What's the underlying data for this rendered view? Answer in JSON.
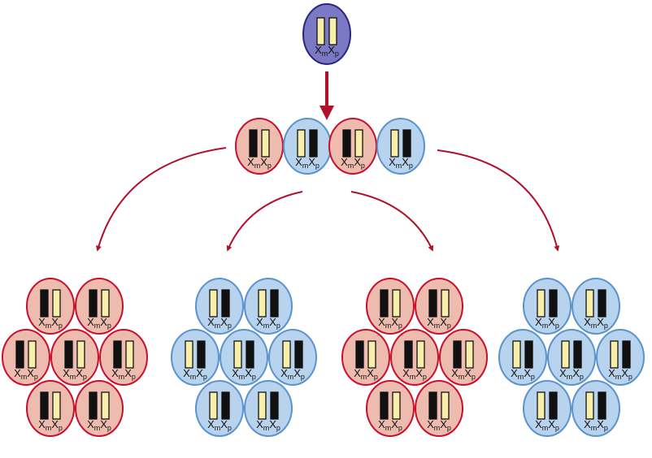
{
  "diagram": {
    "genotype": {
      "base_x": "X",
      "sub_m": "m",
      "sub_p": "p"
    },
    "colors": {
      "zygote_fill": "#7b78c4",
      "zygote_stroke": "#2a2580",
      "maternal_active_fill": "#eebcaf",
      "maternal_active_stroke": "#c8102e",
      "paternal_active_fill": "#b8d3ed",
      "paternal_active_stroke": "#5b93cc",
      "active_chromosome": "#f7eeaa",
      "inactive_chromosome": "#111111",
      "arrow": "#b0102a",
      "label_text": "#111111"
    },
    "zygote": {
      "active_x": "both",
      "label": "XmXp"
    },
    "four_cell_stage": [
      {
        "active_x": "maternal"
      },
      {
        "active_x": "paternal"
      },
      {
        "active_x": "maternal"
      },
      {
        "active_x": "paternal"
      }
    ],
    "clones": [
      {
        "active_x": "maternal",
        "cells": 7
      },
      {
        "active_x": "paternal",
        "cells": 7
      },
      {
        "active_x": "maternal",
        "cells": 7
      },
      {
        "active_x": "paternal",
        "cells": 7
      }
    ]
  }
}
